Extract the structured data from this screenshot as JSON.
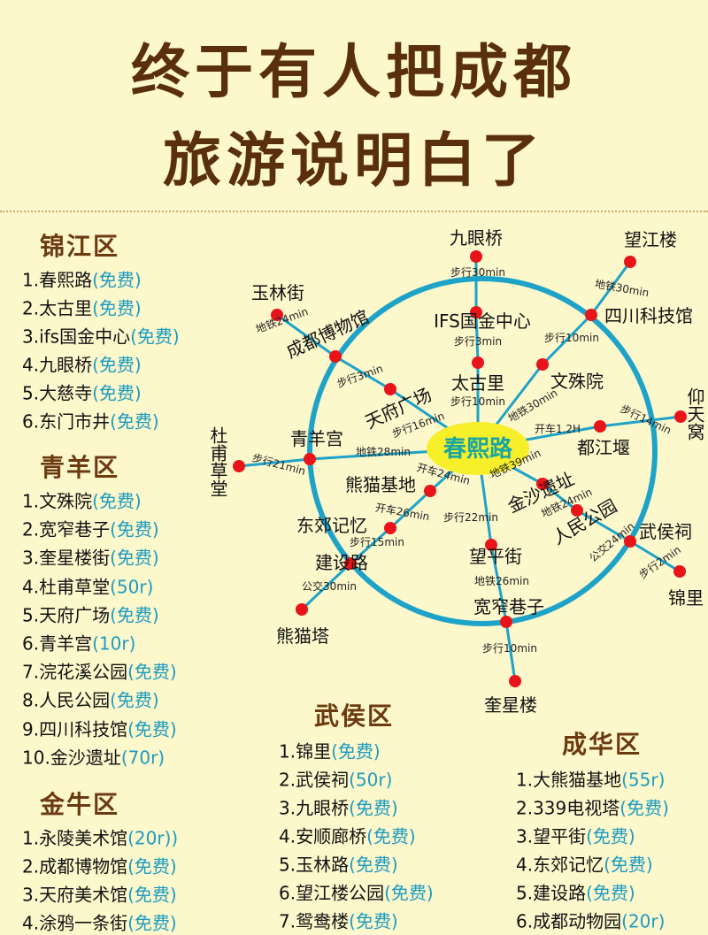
{
  "title": {
    "line1": "终于有人把成都",
    "line2": "旅游说明白了"
  },
  "colors": {
    "title": "#5a2f0c",
    "header": "#6b3a10",
    "fee": "#1d9cc0",
    "ring": "#1ea3c8",
    "node": "#e8141a",
    "center": "#f6ef2a",
    "center_text": "#1aa6a0"
  },
  "districts": [
    {
      "name": "锦江区",
      "items": [
        [
          "1.春熙路",
          "(免费)"
        ],
        [
          "2.太古里",
          "(免费)"
        ],
        [
          "3.ifs国金中心",
          "(免费)"
        ],
        [
          "4.九眼桥",
          "(免费)"
        ],
        [
          "5.大慈寺",
          "(免费)"
        ],
        [
          "6.东门市井",
          "(免费)"
        ]
      ]
    },
    {
      "name": "青羊区",
      "items": [
        [
          "1.文殊院",
          "(免费)"
        ],
        [
          "2.宽窄巷子",
          "(免费)"
        ],
        [
          "3.奎星楼街",
          "(免费)"
        ],
        [
          "4.杜甫草堂",
          "(50r)"
        ],
        [
          "5.天府广场",
          "(免费)"
        ],
        [
          "6.青羊宫",
          "(10r)"
        ],
        [
          "7.浣花溪公园",
          "(免费)"
        ],
        [
          "8.人民公园",
          "(免费)"
        ],
        [
          "9.四川科技馆",
          "(免费)"
        ],
        [
          "10.金沙遗址",
          "(70r)"
        ]
      ]
    },
    {
      "name": "金牛区",
      "items": [
        [
          "1.永陵美术馆",
          "(20r))"
        ],
        [
          "2.成都博物馆",
          "(免费)"
        ],
        [
          "3.天府美术馆",
          "(免费)"
        ],
        [
          "4.涂鸦一条街",
          "(免费)"
        ]
      ]
    },
    {
      "name": "武侯区",
      "items": [
        [
          "1.锦里",
          "(免费)"
        ],
        [
          "2.武侯祠",
          "(50r)"
        ],
        [
          "3.九眼桥",
          "(免费)"
        ],
        [
          "4.安顺廊桥",
          "(免费)"
        ],
        [
          "5.玉林路",
          "(免费)"
        ],
        [
          "6.望江楼公园",
          "(免费)"
        ],
        [
          "7.鸳鸯楼",
          "(免费)"
        ]
      ]
    },
    {
      "name": "成华区",
      "items": [
        [
          "1.大熊猫基地",
          "(55r)"
        ],
        [
          "2.339电视塔",
          "(免费)"
        ],
        [
          "3.望平街",
          "(免费)"
        ],
        [
          "4.东郊记忆",
          "(免费)"
        ],
        [
          "5.建设路",
          "(免费)"
        ],
        [
          "6.成都动物园",
          "(20r)"
        ]
      ]
    }
  ],
  "map": {
    "center": "春熙路",
    "nodes": [
      "九眼桥",
      "IFS国金中心",
      "太古里",
      "望江楼",
      "四川科技馆",
      "文殊院",
      "玉林街",
      "成都博物馆",
      "天府广场",
      "仰天窝",
      "都江堰",
      "杜甫草堂",
      "青羊宫",
      "熊猫基地",
      "东郊记忆",
      "建设路",
      "熊猫塔",
      "望平街",
      "宽窄巷子",
      "奎星楼",
      "金沙遗址",
      "人民公园",
      "武侯祠",
      "锦里"
    ],
    "edges": [
      "步行30min",
      "步行3min",
      "步行10min",
      "地铁30min",
      "步行10min",
      "地铁30min",
      "地铁24min",
      "步行3min",
      "步行16min",
      "开车1.2H",
      "步行14min",
      "步行21min",
      "地铁28min",
      "开车24min",
      "开车26min",
      "步行15min",
      "公交30min",
      "步行22min",
      "地铁26min",
      "步行10min",
      "地铁39min",
      "地铁24min",
      "公交24min",
      "步行2min"
    ]
  }
}
